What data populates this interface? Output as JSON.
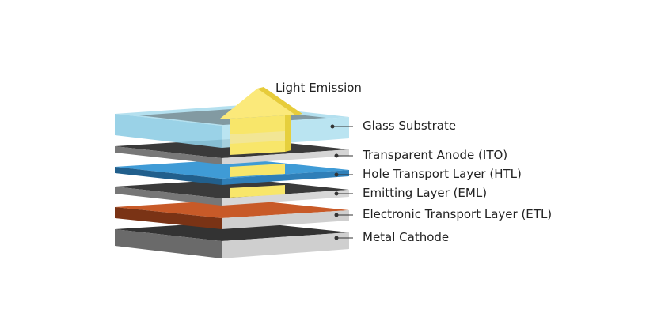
{
  "emission_label": "Light Emission",
  "layers": [
    {
      "id": "glass-substrate",
      "label": "Glass Substrate",
      "color": "#9bd6ea"
    },
    {
      "id": "transparent-anode",
      "label": "Transparent Anode (ITO)",
      "color": "#3a3a3a"
    },
    {
      "id": "hole-transport-layer",
      "label": "Hole Transport Layer (HTL)",
      "color": "#3f9bd6"
    },
    {
      "id": "emitting-layer",
      "label": "Emitting Layer (EML)",
      "color": "#3a3a3a"
    },
    {
      "id": "electronic-transport-layer",
      "label": "Electronic Transport Layer (ETL)",
      "color": "#c85a28"
    },
    {
      "id": "metal-cathode",
      "label": "Metal Cathode",
      "color": "#333333"
    }
  ],
  "colors": {
    "arrow": "#f8e66a",
    "edge_gray": "#cfcfcf",
    "pointer": "#333333"
  }
}
